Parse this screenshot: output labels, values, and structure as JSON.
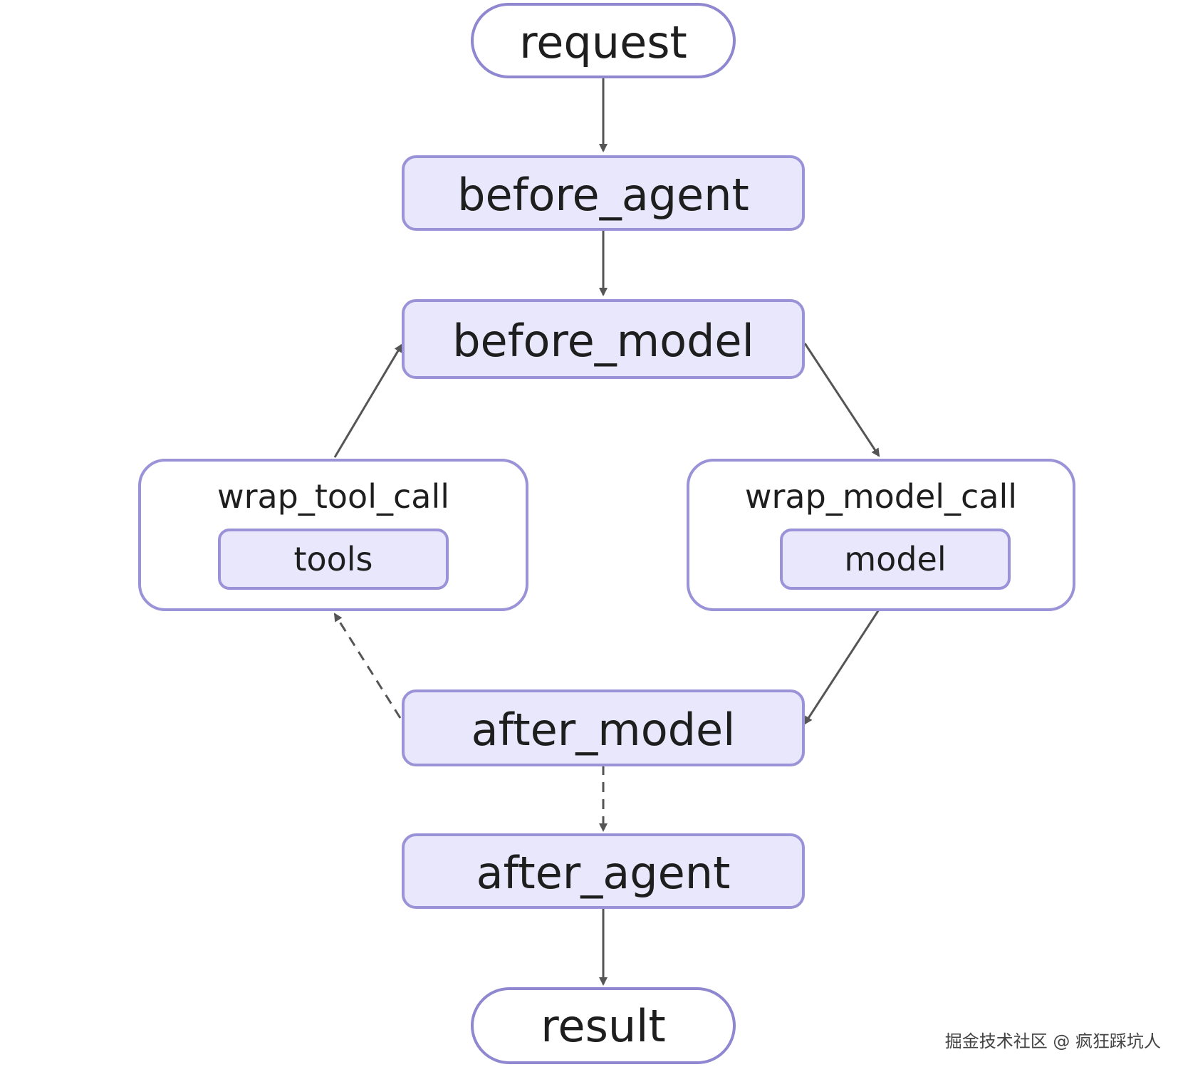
{
  "nodes": {
    "request": "request",
    "before_agent": "before_agent",
    "before_model": "before_model",
    "wrap_tool_call": "wrap_tool_call",
    "tools": "tools",
    "wrap_model_call": "wrap_model_call",
    "model": "model",
    "after_model": "after_model",
    "after_agent": "after_agent",
    "result": "result"
  },
  "edges": [
    {
      "from": "request",
      "to": "before_agent",
      "style": "solid"
    },
    {
      "from": "before_agent",
      "to": "before_model",
      "style": "solid"
    },
    {
      "from": "before_model",
      "to": "wrap_model_call",
      "style": "solid"
    },
    {
      "from": "wrap_model_call",
      "to": "after_model",
      "style": "solid"
    },
    {
      "from": "after_model",
      "to": "wrap_tool_call",
      "style": "dashed"
    },
    {
      "from": "wrap_tool_call",
      "to": "before_model",
      "style": "solid"
    },
    {
      "from": "after_model",
      "to": "after_agent",
      "style": "dashed"
    },
    {
      "from": "after_agent",
      "to": "result",
      "style": "solid"
    }
  ],
  "colors": {
    "node_fill": "#e9e7fb",
    "node_stroke": "#9a93d8",
    "terminal_fill": "#ffffff",
    "edge": "#555555",
    "text": "#1e1e1e"
  },
  "watermark": "掘金技术社区 @ 疯狂踩坑人"
}
